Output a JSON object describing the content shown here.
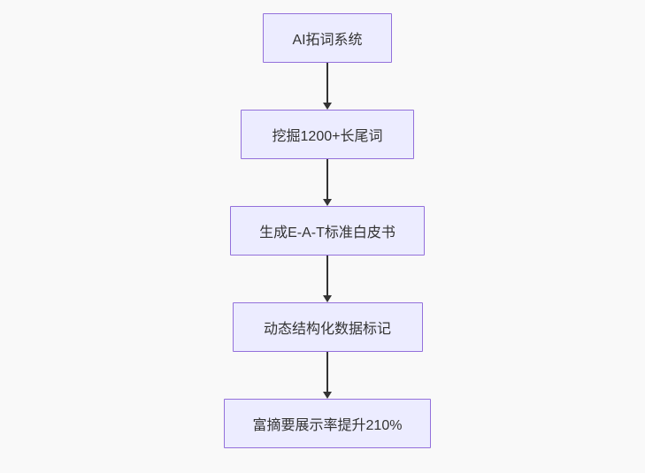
{
  "canvas": {
    "background_color": "#f9f9f9"
  },
  "flowchart": {
    "type": "flowchart",
    "direction": "top-down",
    "node_fill_color": "#ECECFF",
    "node_border_color": "#9370DB",
    "edge_color": "#333333",
    "text_color": "#333333",
    "nodes": [
      {
        "label": "AI拓词系统"
      },
      {
        "label": "挖掘1200+长尾词"
      },
      {
        "label": "生成E-A-T标准白皮书"
      },
      {
        "label": "动态结构化数据标记"
      },
      {
        "label": "富摘要展示率提升210%"
      }
    ],
    "edges": [
      {
        "from": 0,
        "to": 1
      },
      {
        "from": 1,
        "to": 2
      },
      {
        "from": 2,
        "to": 3
      },
      {
        "from": 3,
        "to": 4
      }
    ]
  }
}
